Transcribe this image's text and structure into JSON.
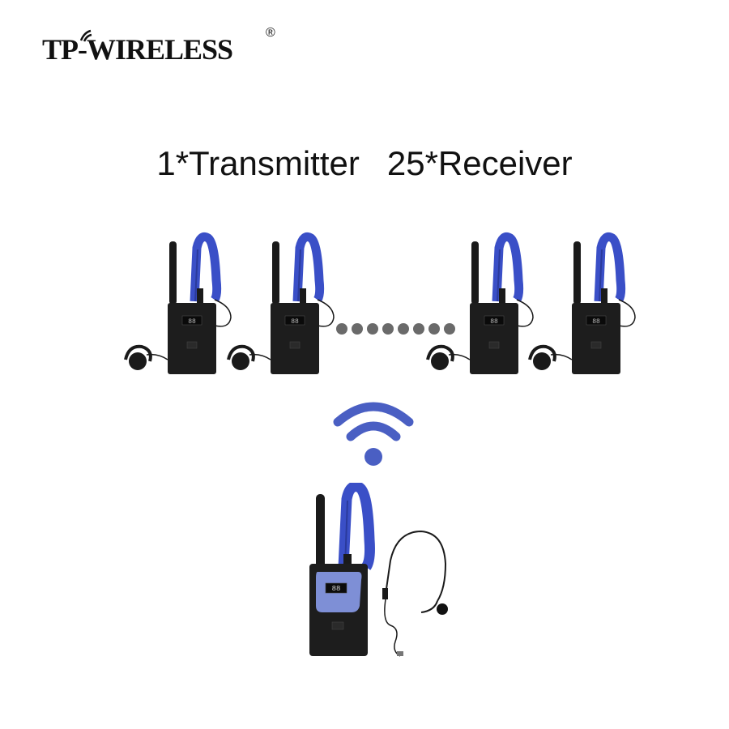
{
  "logo": {
    "brand": "TP-WIRELESS",
    "reg_mark": "®"
  },
  "headline": {
    "transmitter": "1*Transmitter",
    "receiver": "25*Receiver"
  },
  "colors": {
    "lanyard": "#3a4fc7",
    "device_body": "#1d1d1d",
    "dots": "#6a6a6a",
    "wifi": "#4a5fc3"
  },
  "icons": {
    "signal": "wifi-icon",
    "ellipsis": "dots-icon"
  }
}
